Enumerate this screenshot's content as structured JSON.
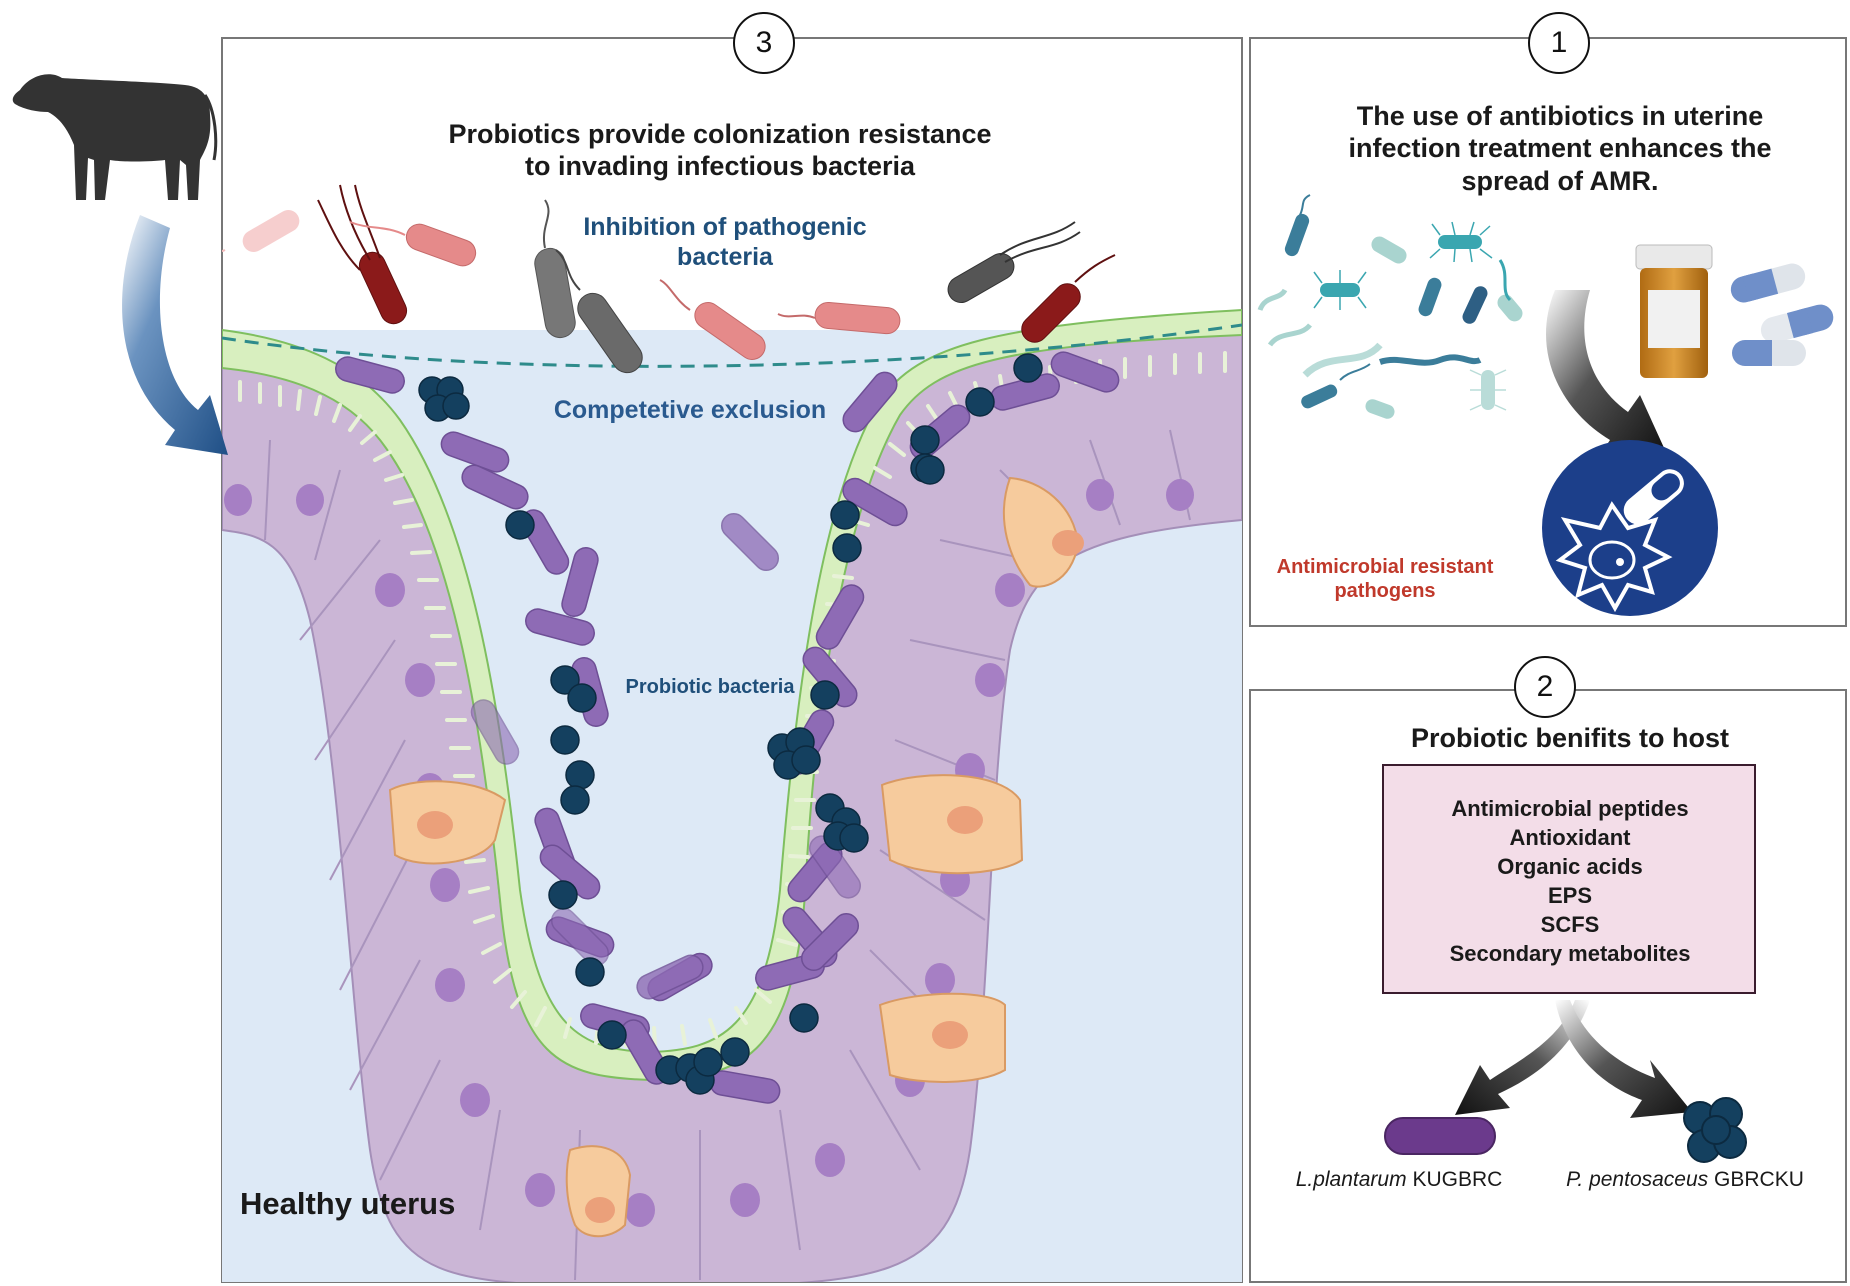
{
  "panel3": {
    "number": "3",
    "title_line1": "Probiotics provide colonization resistance",
    "title_line2": "to invading infectious bacteria",
    "inhibition_line1": "Inhibition of pathogenic",
    "inhibition_line2": "bacteria",
    "competitive_exclusion": "Competetive exclusion",
    "probiotic_bacteria": "Probiotic bacteria",
    "healthy_uterus": "Healthy uterus"
  },
  "panel1": {
    "number": "1",
    "title_line1": "The use of antibiotics in uterine",
    "title_line2": "infection treatment enhances the",
    "title_line3": "spread of AMR.",
    "amr_line1": "Antimicrobial resistant",
    "amr_line2": "pathogens"
  },
  "panel2": {
    "number": "2",
    "title": "Probiotic benifits to host",
    "benefits": [
      "Antimicrobial peptides",
      "Antioxidant",
      "Organic acids",
      "EPS",
      "SCFS",
      "Secondary metabolites"
    ],
    "strain1_species": "L.plantarum",
    "strain1_code": "KUGBRC",
    "strain2_species": "P. pentosaceus",
    "strain2_code": "GBRCKU"
  },
  "colors": {
    "probiotic_rod": "#8e6bb5",
    "probiotic_coccus": "#14405f",
    "pathogen_red": "#e58a8a",
    "pathogen_darkred": "#8b1a1a",
    "tissue": "#cdb8d8",
    "lumen": "#ddeaf7",
    "mucus": "#d9efc0",
    "highlight_blue": "#1f4f7a",
    "amr_red": "#c0392b",
    "benefit_box": "#f3dde8"
  }
}
